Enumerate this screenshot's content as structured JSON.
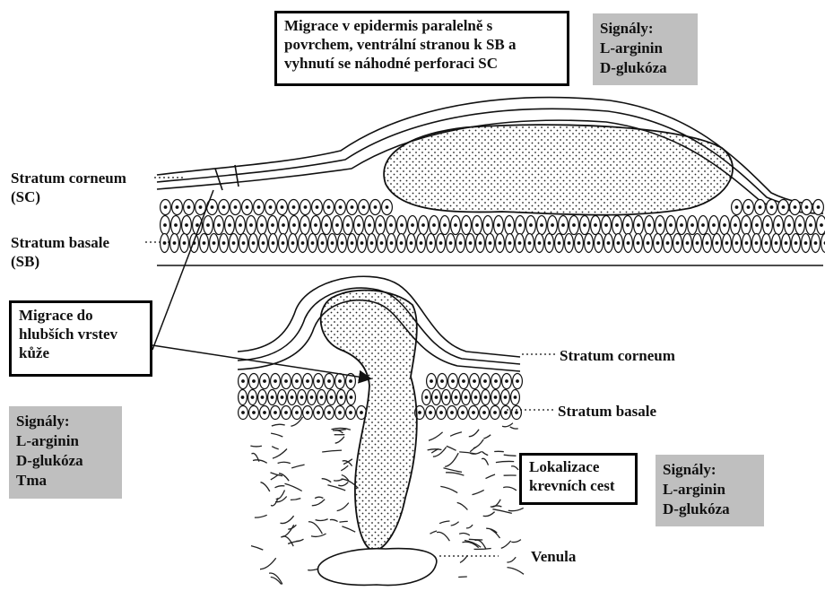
{
  "colors": {
    "signal_box": "#bfbfbf",
    "ink": "#111111",
    "background": "#ffffff"
  },
  "boxes": {
    "migration_epidermis": [
      "Migrace v epidermis paralelně s",
      "povrchem, ventrální stranou k SB a",
      "vyhnutí se náhodné perforaci SC"
    ],
    "migration_deeper": [
      "Migrace do",
      "hlubších vrstev",
      "kůže"
    ],
    "localization": [
      "Lokalizace",
      "krevních cest"
    ]
  },
  "signals": {
    "top": [
      "Signály:",
      "L-arginin",
      "D-glukóza"
    ],
    "left": [
      "Signály:",
      "L-arginin",
      "D-glukóza",
      "Tma"
    ],
    "right": [
      "Signály:",
      "L-arginin",
      "D-glukóza"
    ]
  },
  "labels": {
    "sc_top": [
      "Stratum corneum",
      "(SC)"
    ],
    "sb_top": [
      "Stratum basale",
      "(SB)"
    ],
    "sc_bottom": "Stratum corneum",
    "sb_bottom": "Stratum basale",
    "venula": "Venula"
  }
}
